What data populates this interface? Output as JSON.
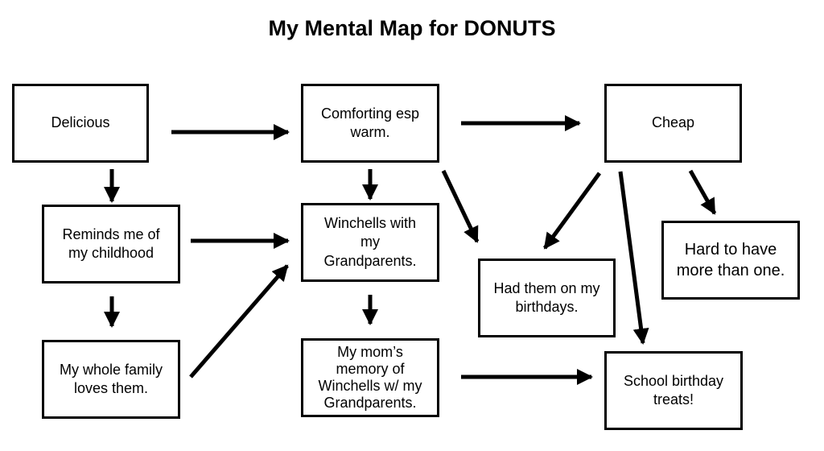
{
  "title": "My Mental Map for DONUTS",
  "nodes": {
    "delicious": "Delicious",
    "comforting": "Comforting esp\nwarm.",
    "cheap": "Cheap",
    "reminds": "Reminds me of\nmy childhood",
    "winchells": "Winchells with\nmy\nGrandparents.",
    "hard": "Hard to have\nmore than one.",
    "birthdays": "Had them on my\nbirthdays.",
    "family": "My whole family\nloves them.",
    "mom": "My mom’s\nmemory of\nWinchells w/ my\nGrandparents.",
    "school": "School birthday\ntreats!"
  },
  "edges": [
    [
      "delicious",
      "comforting"
    ],
    [
      "comforting",
      "cheap"
    ],
    [
      "delicious",
      "reminds"
    ],
    [
      "comforting",
      "winchells"
    ],
    [
      "comforting",
      "birthdays"
    ],
    [
      "cheap",
      "birthdays"
    ],
    [
      "cheap",
      "school"
    ],
    [
      "cheap",
      "hard"
    ],
    [
      "reminds",
      "winchells"
    ],
    [
      "reminds",
      "family"
    ],
    [
      "family",
      "winchells"
    ],
    [
      "winchells",
      "mom"
    ],
    [
      "mom",
      "school"
    ]
  ]
}
